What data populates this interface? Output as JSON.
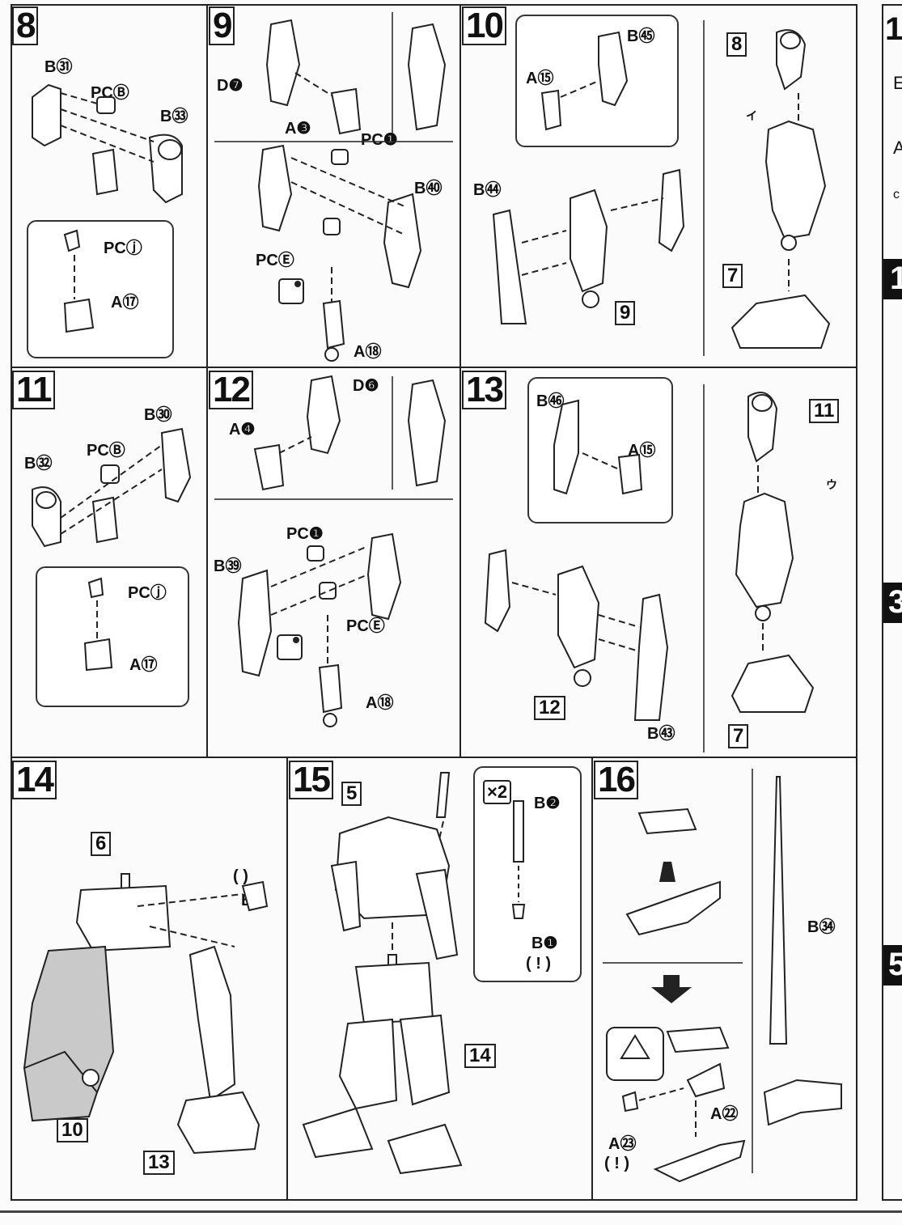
{
  "steps": [
    {
      "id": "8",
      "labels": [
        "B㉛",
        "PCⒷ",
        "B㉝",
        "PCⓙ",
        "A⑰"
      ]
    },
    {
      "id": "9",
      "labels": [
        "D❼",
        "A❸",
        "PC❶",
        "B㊵",
        "PCⒺ",
        "A⑱"
      ]
    },
    {
      "id": "10",
      "labels": [
        "B㊺",
        "A⑮",
        "B㊹"
      ],
      "refs": [
        "8",
        "9",
        "7"
      ]
    },
    {
      "id": "11",
      "labels": [
        "B㉚",
        "B㉜",
        "PCⒷ",
        "PCⓙ",
        "A⑰"
      ]
    },
    {
      "id": "12",
      "labels": [
        "D❻",
        "A❹",
        "PC❶",
        "B㊴",
        "PCⒺ",
        "A⑱"
      ]
    },
    {
      "id": "13",
      "labels": [
        "B㊻",
        "A⑮",
        "B㊸"
      ],
      "refs": [
        "11",
        "12",
        "7"
      ]
    },
    {
      "id": "14",
      "labels": [
        "B❽"
      ],
      "refs": [
        "6",
        "10",
        "13"
      ]
    },
    {
      "id": "15",
      "labels": [
        "B❷",
        "B❶",
        "×2"
      ],
      "refs": [
        "5",
        "14"
      ]
    },
    {
      "id": "16",
      "labels": [
        "A㉒",
        "A㉓",
        "B㉞"
      ]
    }
  ],
  "side_column": {
    "top_partial": "1",
    "letters": [
      "E",
      "A",
      "c",
      "1",
      "3",
      "5"
    ]
  },
  "step_tags": {
    "s10_mark": "イ",
    "s13_mark": "ウ",
    "s15_bracket": "( ! )",
    "s16_bracket": "( ! )",
    "s14_bracket": "(    )"
  }
}
